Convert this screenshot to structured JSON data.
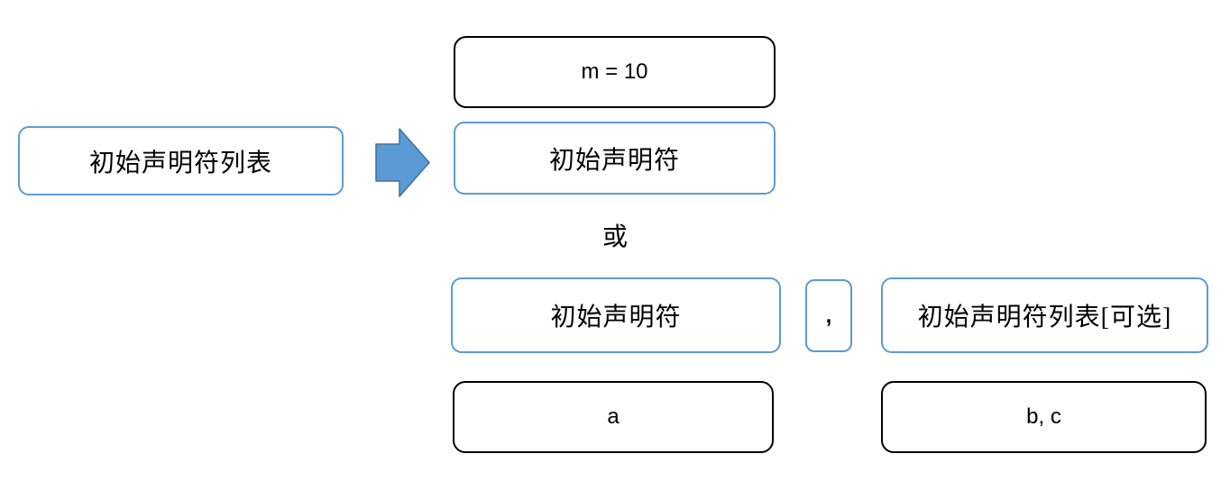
{
  "colors": {
    "blue_border": "#5B9BD5",
    "arrow_fill": "#5B9BD5",
    "arrow_stroke": "#41719C",
    "black_border": "#000000"
  },
  "diagram": {
    "source_box_label": "初始声明符列表",
    "m_box_label": "m = 10",
    "declarator_top_label": "初始声明符",
    "or_label": "或",
    "declarator_bottom_label": "初始声明符",
    "comma_box_label": ",",
    "optional_list_box_label": "初始声明符列表[可选]",
    "example_a_label": "a",
    "example_bc_label": "b, c"
  }
}
